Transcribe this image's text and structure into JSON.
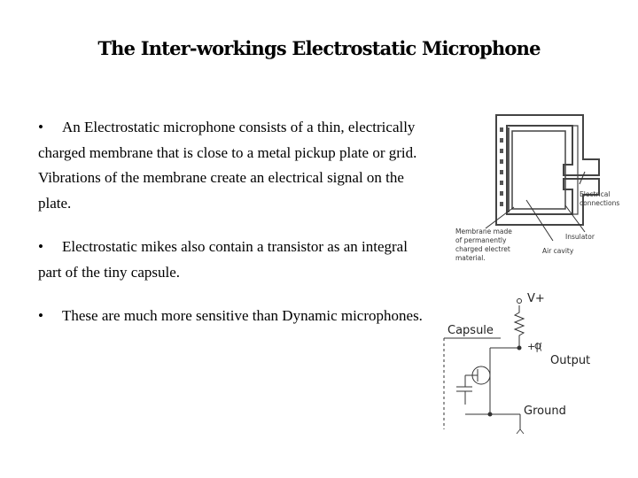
{
  "title": "The Inter-workings Electrostatic Microphone",
  "bullets": [
    {
      "marker": "•",
      "text": "An Electrostatic microphone consists of a thin, electrically charged membrane that is close to a metal pickup plate or grid.  Vibrations of the membrane create an electrical signal on the plate."
    },
    {
      "marker": "•",
      "text": "Electrostatic mikes also contain a transistor as an integral part of the tiny capsule."
    },
    {
      "marker": "•",
      "text": "These are much more sensitive than Dynamic microphones."
    }
  ],
  "diagram1": {
    "label_connections_1": "Electrical",
    "label_connections_2": "connections",
    "label_insulator": "Insulator",
    "label_air": "Air cavity",
    "label_membrane_1": "Membrane made",
    "label_membrane_2": "of permanently",
    "label_membrane_3": "charged electret",
    "label_membrane_4": "material."
  },
  "diagram2": {
    "label_vplus": "V+",
    "label_capsule": "Capsule",
    "label_cap_mark": "+|(",
    "label_output": "Output",
    "label_ground": "Ground"
  }
}
